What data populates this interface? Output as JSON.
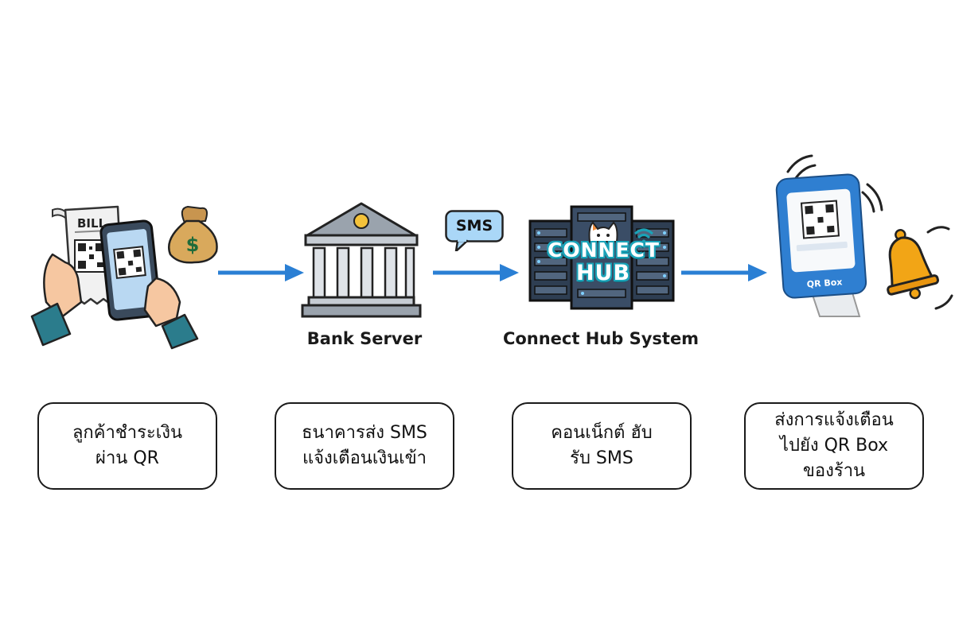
{
  "diagram": {
    "stage1": {
      "receipt_label": "BILL",
      "box_lines": [
        "ลูกค้าชำระเงิน",
        "ผ่าน QR"
      ]
    },
    "stage2": {
      "caption": "Bank Server",
      "box_lines": [
        "ธนาคารส่ง SMS",
        "แจ้งเตือนเงินเข้า"
      ]
    },
    "stage3": {
      "bubble": "SMS",
      "logo_line1": "CONNECT",
      "logo_line2": "HUB",
      "caption": "Connect Hub System",
      "box_lines": [
        "คอนเน็กต์ ฮับ",
        "รับ SMS"
      ]
    },
    "stage4": {
      "device_label": "QR Box",
      "box_lines": [
        "ส่งการแจ้งเตือน",
        "ไปยัง QR Box",
        "ของร้าน"
      ]
    },
    "colors": {
      "arrow": "#2a7fd4",
      "bubble": "#aad7f7",
      "device_frame": "#2f7fd1",
      "bell": "#f2a516",
      "hub_logo": "#1aa3b8"
    },
    "icons": [
      "receipt-icon",
      "phone-icon",
      "hands-icon",
      "money-bag-icon",
      "bank-icon",
      "chat-bubble-icon",
      "server-rack-icon",
      "cat-mascot-icon",
      "wifi-icon",
      "qr-box-device-icon",
      "bell-icon"
    ]
  }
}
